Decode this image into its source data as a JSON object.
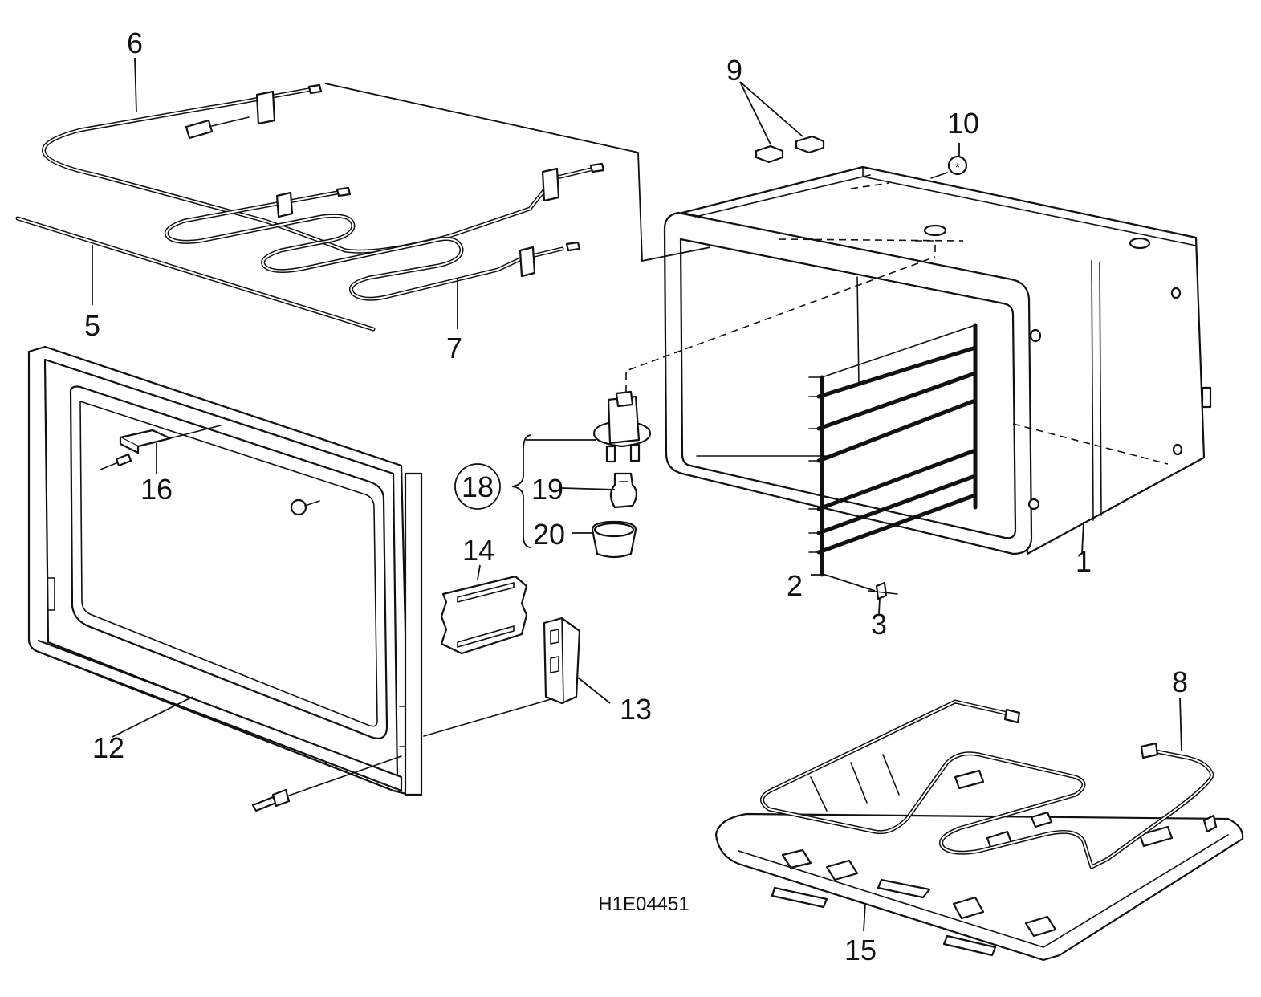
{
  "reference_code": "H1E04451",
  "callouts": {
    "c1": "1",
    "c2": "2",
    "c3": "3",
    "c5": "5",
    "c6": "6",
    "c7": "7",
    "c8": "8",
    "c9": "9",
    "c10": "10",
    "c12": "12",
    "c13": "13",
    "c14": "14",
    "c15": "15",
    "c16": "16",
    "c18": "18",
    "c19": "19",
    "c20": "20"
  },
  "colors": {
    "ink": "#111111",
    "paper": "#ffffff"
  }
}
